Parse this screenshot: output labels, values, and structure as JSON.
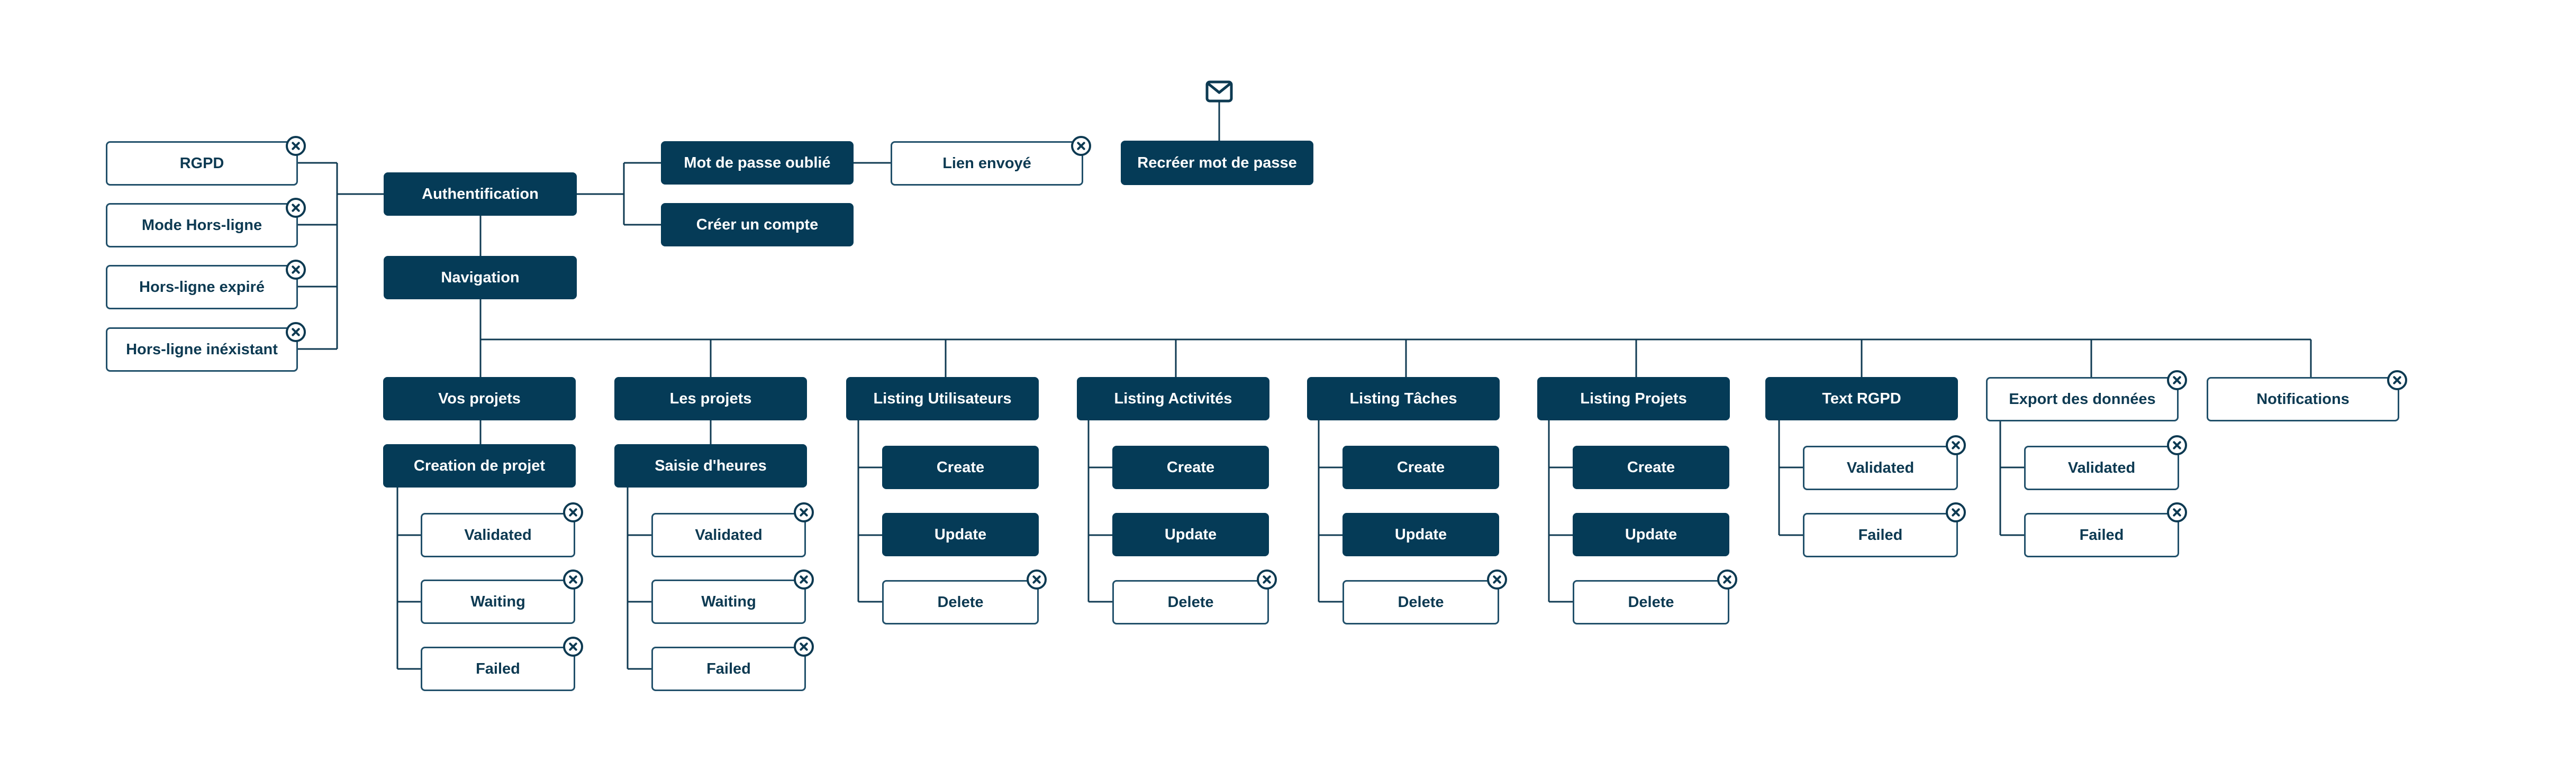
{
  "colors": {
    "filled": "#053b57",
    "outline_border": "#21506a",
    "line": "#0f3a52",
    "text_on_outline": "#0d3a52"
  },
  "icons": {
    "envelope": "envelope-icon",
    "rejected": "close-circle-icon"
  },
  "nodes": {
    "rgpd": {
      "label": "RGPD",
      "style": "outline",
      "rejected": true
    },
    "mode_hors_ligne": {
      "label": "Mode Hors-ligne",
      "style": "outline",
      "rejected": true
    },
    "hors_ligne_expire": {
      "label": "Hors-ligne expiré",
      "style": "outline",
      "rejected": true
    },
    "hors_ligne_inexistant": {
      "label": "Hors-ligne inéxistant",
      "style": "outline",
      "rejected": true
    },
    "authentification": {
      "label": "Authentification",
      "style": "filled"
    },
    "navigation": {
      "label": "Navigation",
      "style": "filled"
    },
    "mot_de_passe_oublie": {
      "label": "Mot de passe oublié",
      "style": "filled"
    },
    "creer_un_compte": {
      "label": "Créer un compte",
      "style": "filled"
    },
    "lien_envoye": {
      "label": "Lien envoyé",
      "style": "outline",
      "rejected": true
    },
    "recreer_mot_de_passe": {
      "label": "Recréer mot de passe",
      "style": "filled"
    },
    "vos_projets": {
      "label": "Vos projets",
      "style": "filled"
    },
    "creation_de_projet": {
      "label": "Creation de projet",
      "style": "filled"
    },
    "vp_validated": {
      "label": "Validated",
      "style": "outline",
      "rejected": true
    },
    "vp_waiting": {
      "label": "Waiting",
      "style": "outline",
      "rejected": true
    },
    "vp_failed": {
      "label": "Failed",
      "style": "outline",
      "rejected": true
    },
    "les_projets": {
      "label": "Les projets",
      "style": "filled"
    },
    "saisie_heures": {
      "label": "Saisie d'heures",
      "style": "filled"
    },
    "lp_validated": {
      "label": "Validated",
      "style": "outline",
      "rejected": true
    },
    "lp_waiting": {
      "label": "Waiting",
      "style": "outline",
      "rejected": true
    },
    "lp_failed": {
      "label": "Failed",
      "style": "outline",
      "rejected": true
    },
    "listing_utilisateurs": {
      "label": "Listing Utilisateurs",
      "style": "filled"
    },
    "lu_create": {
      "label": "Create",
      "style": "filled"
    },
    "lu_update": {
      "label": "Update",
      "style": "filled"
    },
    "lu_delete": {
      "label": "Delete",
      "style": "outline",
      "rejected": true
    },
    "listing_activites": {
      "label": "Listing Activités",
      "style": "filled"
    },
    "la_create": {
      "label": "Create",
      "style": "filled"
    },
    "la_update": {
      "label": "Update",
      "style": "filled"
    },
    "la_delete": {
      "label": "Delete",
      "style": "outline",
      "rejected": true
    },
    "listing_taches": {
      "label": "Listing Tâches",
      "style": "filled"
    },
    "lt_create": {
      "label": "Create",
      "style": "filled"
    },
    "lt_update": {
      "label": "Update",
      "style": "filled"
    },
    "lt_delete": {
      "label": "Delete",
      "style": "outline",
      "rejected": true
    },
    "listing_projets": {
      "label": "Listing Projets",
      "style": "filled"
    },
    "lpr_create": {
      "label": "Create",
      "style": "filled"
    },
    "lpr_update": {
      "label": "Update",
      "style": "filled"
    },
    "lpr_delete": {
      "label": "Delete",
      "style": "outline",
      "rejected": true
    },
    "text_rgpd": {
      "label": "Text RGPD",
      "style": "filled"
    },
    "tr_validated": {
      "label": "Validated",
      "style": "outline",
      "rejected": true
    },
    "tr_failed": {
      "label": "Failed",
      "style": "outline",
      "rejected": true
    },
    "export_donnees": {
      "label": "Export des données",
      "style": "outline",
      "rejected": true
    },
    "ed_validated": {
      "label": "Validated",
      "style": "outline",
      "rejected": true
    },
    "ed_failed": {
      "label": "Failed",
      "style": "outline",
      "rejected": true
    },
    "notifications": {
      "label": "Notifications",
      "style": "outline",
      "rejected": true
    }
  }
}
